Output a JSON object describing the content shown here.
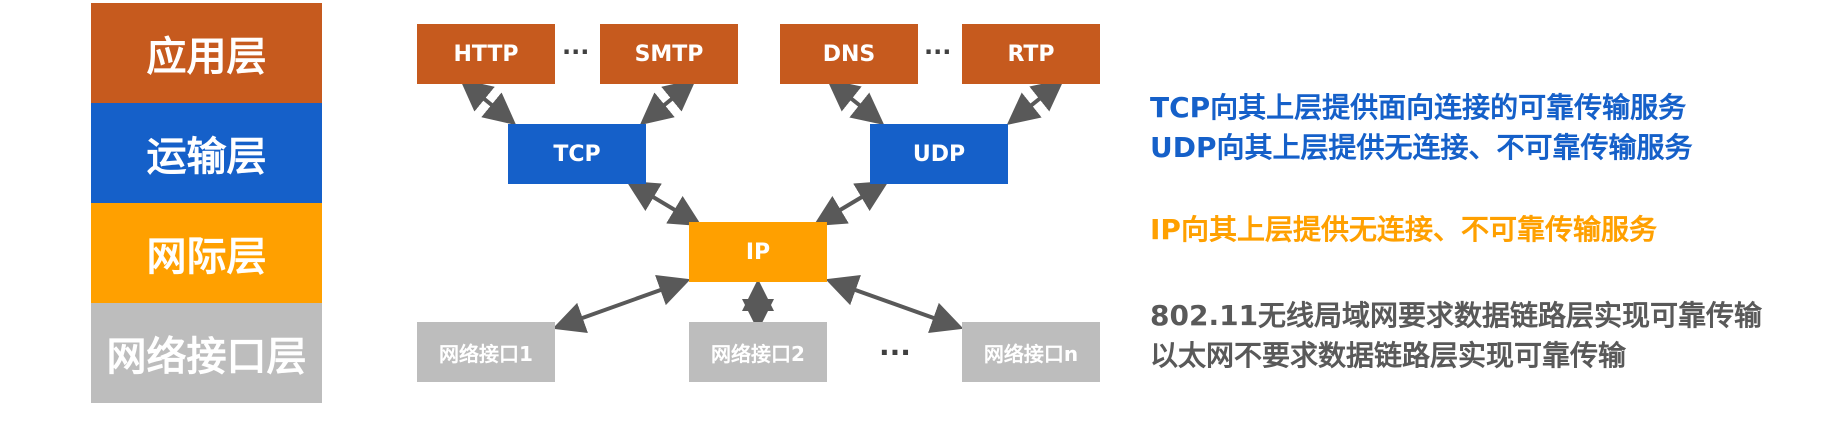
{
  "colors": {
    "app": "#C65A1E",
    "transport": "#1560C9",
    "network": "#FFA000",
    "link": "#BDBDBD",
    "arrow": "#595959",
    "text_gray": "#595959"
  },
  "layers": [
    {
      "label": "应用层"
    },
    {
      "label": "运输层"
    },
    {
      "label": "网际层"
    },
    {
      "label": "网络接口层"
    }
  ],
  "diagram": {
    "app_protocols": [
      "HTTP",
      "SMTP",
      "DNS",
      "RTP"
    ],
    "transport_protocols": [
      "TCP",
      "UDP"
    ],
    "network_protocol": "IP",
    "interfaces": [
      "网络接口1",
      "网络接口2",
      "网络接口n"
    ],
    "ellipsis": "···"
  },
  "descriptions": [
    "TCP向其上层提供面向连接的可靠传输服务",
    "UDP向其上层提供无连接、不可靠传输服务",
    "IP向其上层提供无连接、不可靠传输服务",
    "802.11无线局域网要求数据链路层实现可靠传输",
    "以太网不要求数据链路层实现可靠传输"
  ]
}
